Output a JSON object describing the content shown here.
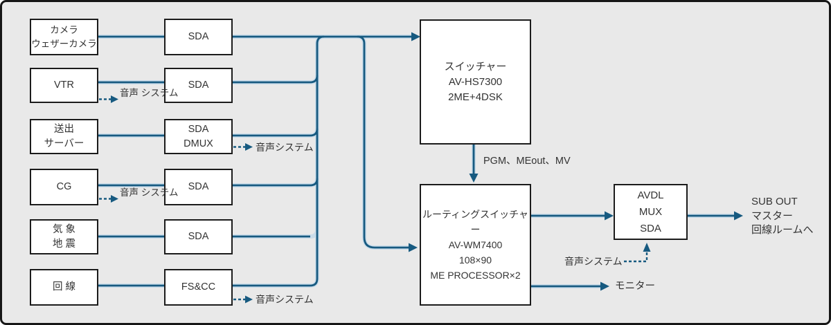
{
  "diagram": {
    "nodes": {
      "camera": {
        "line1": "カメラ",
        "line2": "ウェザーカメラ"
      },
      "vtr": {
        "line1": "VTR"
      },
      "server": {
        "line1": "送出",
        "line2": "サーバー"
      },
      "cg": {
        "line1": "CG"
      },
      "weather_eq": {
        "line1": "気 象",
        "line2": "地 震"
      },
      "circuit": {
        "line1": "回 線"
      },
      "sda_camera": {
        "line1": "SDA"
      },
      "sda_vtr": {
        "line1": "SDA"
      },
      "sda_dmux": {
        "line1": "SDA",
        "line2": "DMUX"
      },
      "sda_cg": {
        "line1": "SDA"
      },
      "sda_weather": {
        "line1": "SDA"
      },
      "fscc": {
        "line1": "FS&CC"
      },
      "switcher": {
        "line1": "スイッチャー",
        "line2": "AV-HS7300",
        "line3": "2ME+4DSK"
      },
      "router": {
        "line1": "ルーティングスイッチャー",
        "line2": "AV-WM7400",
        "line3": "108×90",
        "line4": "ME PROCESSOR×2"
      },
      "avdl": {
        "line1": "AVDL",
        "line2": "MUX",
        "line3": "SDA"
      }
    },
    "labels": {
      "audio_vtr": {
        "line1": "音声",
        "line2": "システム"
      },
      "audio_cg": {
        "line1": "音声",
        "line2": "システム"
      },
      "audio_dmux": "音声システム",
      "audio_fscc": "音声システム",
      "audio_avdl": "音声システム",
      "pgm": "PGM、MEout、MV",
      "monitor": "モニター",
      "sub_out": {
        "line1": "SUB OUT",
        "line2": "マスター",
        "line3": "回線ルームへ"
      }
    },
    "colors": {
      "wire": "#175a80",
      "wire_casing": "#c9dcea",
      "background": "#e9e9e9",
      "box_border": "#1b1b1b",
      "text": "#333333"
    }
  }
}
